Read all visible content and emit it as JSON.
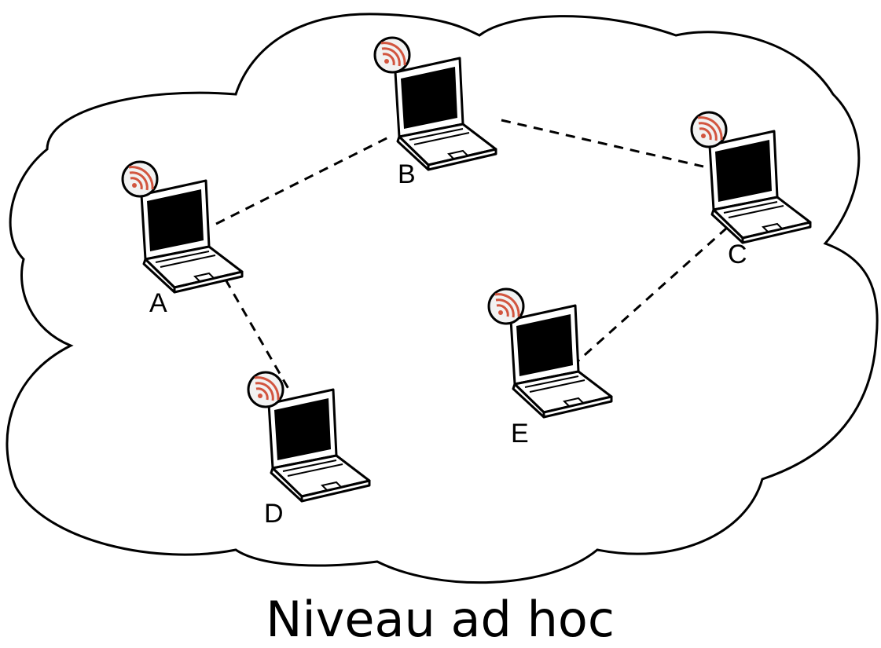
{
  "diagram": {
    "caption": "Niveau ad hoc",
    "nodes": [
      {
        "id": "A",
        "label": "A"
      },
      {
        "id": "B",
        "label": "B"
      },
      {
        "id": "C",
        "label": "C"
      },
      {
        "id": "D",
        "label": "D"
      },
      {
        "id": "E",
        "label": "E"
      }
    ],
    "links": [
      {
        "from": "A",
        "to": "B",
        "style": "dashed"
      },
      {
        "from": "B",
        "to": "C",
        "style": "dashed"
      },
      {
        "from": "A",
        "to": "D",
        "style": "dashed"
      },
      {
        "from": "C",
        "to": "E",
        "style": "dashed"
      }
    ],
    "node_icon": "laptop-icon",
    "badge_icon": "wifi-icon",
    "colors": {
      "cloud_fill": "#ffffff",
      "cloud_stroke": "#000000",
      "screen": "#000000",
      "wifi": "#d2553f",
      "badge_fill": "#f2f2f2"
    }
  }
}
